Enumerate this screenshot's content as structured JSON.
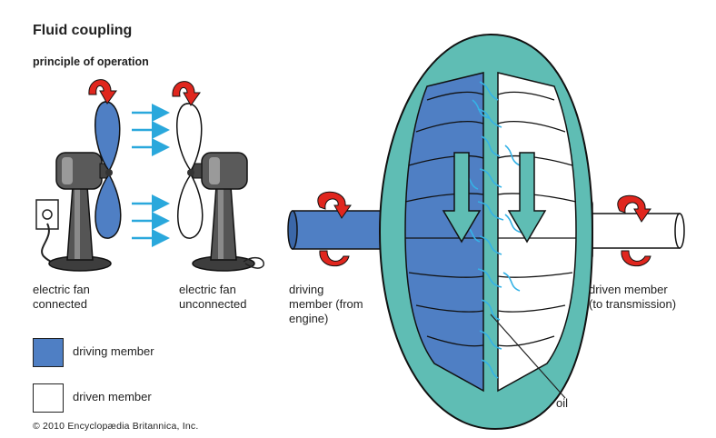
{
  "title": "Fluid coupling",
  "subtitle": "principle of operation",
  "labels": {
    "fan_connected": "electric fan\nconnected",
    "fan_unconnected": "electric fan\nunconnected",
    "driving_member": "driving\nmember (from\nengine)",
    "driven_member": "driven member\n(to transmission)",
    "oil": "oil"
  },
  "legend": {
    "driving_label": "driving member",
    "driven_label": "driven member"
  },
  "copyright": "© 2010 Encyclopædia Britannica, Inc.",
  "colors": {
    "driving": "#4f7fc4",
    "driven": "#ffffff",
    "housing": "#5fbdb4",
    "rotation_arrow": "#e0261e",
    "flow_arrow": "#2aa8dc",
    "fan_body": "#555555",
    "oil_streaks": "#35b2e6"
  },
  "icons": [
    "rotation-arrow-icon",
    "airflow-arrow-icon",
    "electric-fan-icon",
    "wall-outlet-icon",
    "fluid-flow-arrow-icon"
  ]
}
